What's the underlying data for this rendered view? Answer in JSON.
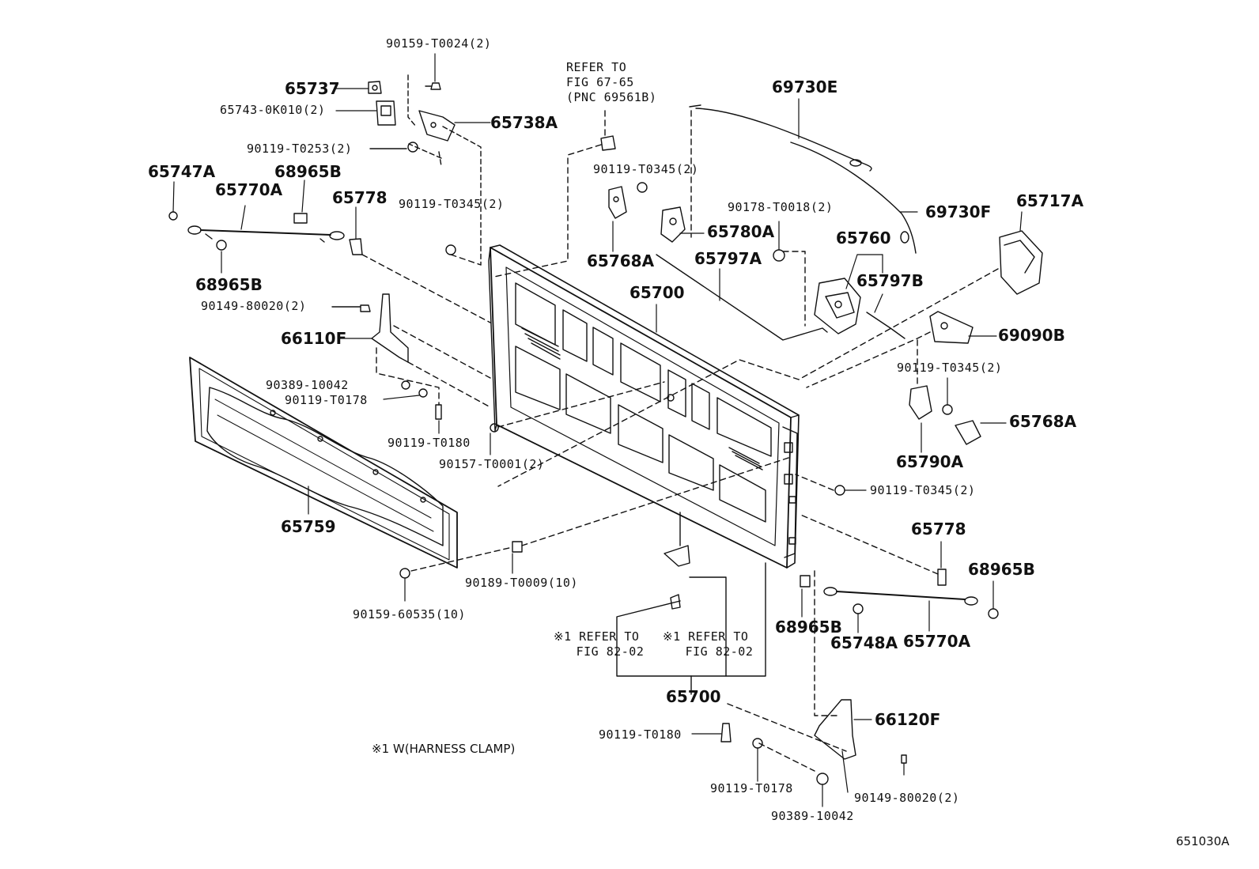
{
  "diagram_id": "651030A",
  "note": "※1 W(HARNESS CLAMP)",
  "refs": {
    "fig_67_65": "REFER TO\nFIG 67-65\n(PNC 69561B)",
    "fig_82_02_a": "※1 REFER TO\n   FIG 82-02",
    "fig_82_02_b": "※1 REFER TO\n   FIG 82-02"
  },
  "labels": {
    "p90159_t0024": "90159-T0024(2)",
    "p65737": "65737",
    "p65743": "65743-0K010(2)",
    "p65738a": "65738A",
    "p90119_t0253": "90119-T0253(2)",
    "p65747a": "65747A",
    "p68965b_a": "68965B",
    "p65770a_a": "65770A",
    "p65778_a": "65778",
    "p90119_t0345_a": "90119-T0345(2)",
    "p90119_t0345_b": "90119-T0345(2)",
    "p68965b_b": "68965B",
    "p90149_a": "90149-80020(2)",
    "p66110f": "66110F",
    "p90389_a": "90389-10042",
    "p90119_t0178_a": "90119-T0178",
    "p90119_t0180_a": "90119-T0180",
    "p90157": "90157-T0001(2)",
    "p65759": "65759",
    "p90189": "90189-T0009(10)",
    "p90159_60535": "90159-60535(10)",
    "p65768a_a": "65768A",
    "p65780a": "65780A",
    "p65797a": "65797A",
    "p65700_top": "65700",
    "p69730e": "69730E",
    "p90178": "90178-T0018(2)",
    "p69730f": "69730F",
    "p65717a": "65717A",
    "p65760": "65760",
    "p65797b": "65797B",
    "p69090b": "69090B",
    "p90119_t0345_c": "90119-T0345(2)",
    "p65768a_b": "65768A",
    "p65790a": "65790A",
    "p90119_t0345_d": "90119-T0345(2)",
    "p65778_b": "65778",
    "p68965b_c": "68965B",
    "p68965b_d": "68965B",
    "p65748a": "65748A",
    "p65770a_b": "65770A",
    "p65700_bottom": "65700",
    "p66120f": "66120F",
    "p90119_t0180_b": "90119-T0180",
    "p90119_t0178_b": "90119-T0178",
    "p90149_b": "90149-80020(2)",
    "p90389_b": "90389-10042"
  }
}
